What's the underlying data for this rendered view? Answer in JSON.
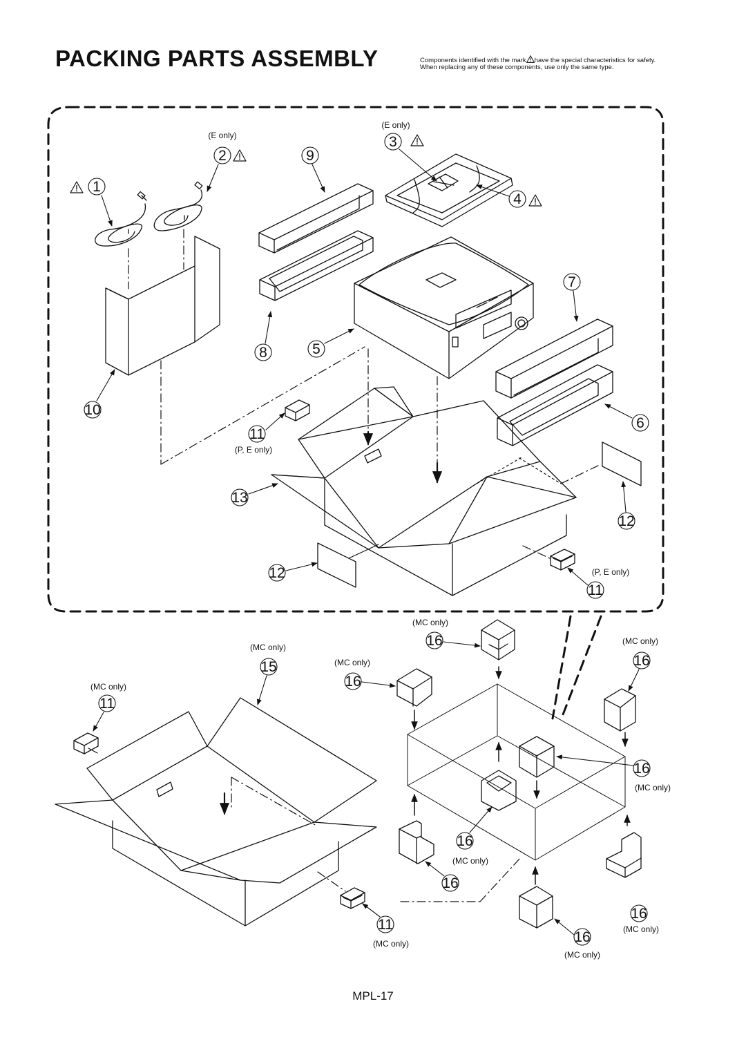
{
  "title": "PACKING PARTS ASSEMBLY",
  "safety_note": {
    "line1_before_mark": "Components identified with the mark",
    "line1_after_mark": "have the special characteristics for safety.",
    "line2": "When replacing any of these components, use only the same type."
  },
  "callouts": {
    "p1": "1",
    "p2": "2",
    "p3": "3",
    "p4": "4",
    "p5": "5",
    "p6": "6",
    "p7": "7",
    "p8": "8",
    "p9": "9",
    "p10": "10",
    "p11": "11",
    "p12": "12",
    "p13": "13",
    "p15": "15",
    "p16": "16"
  },
  "labels": {
    "e_only": "(E only)",
    "pe_only": "(P, E only)",
    "mc_only": "(MC only)"
  },
  "page_code": "MPL-17",
  "colors": {
    "line": "#111111",
    "background": "#ffffff"
  }
}
